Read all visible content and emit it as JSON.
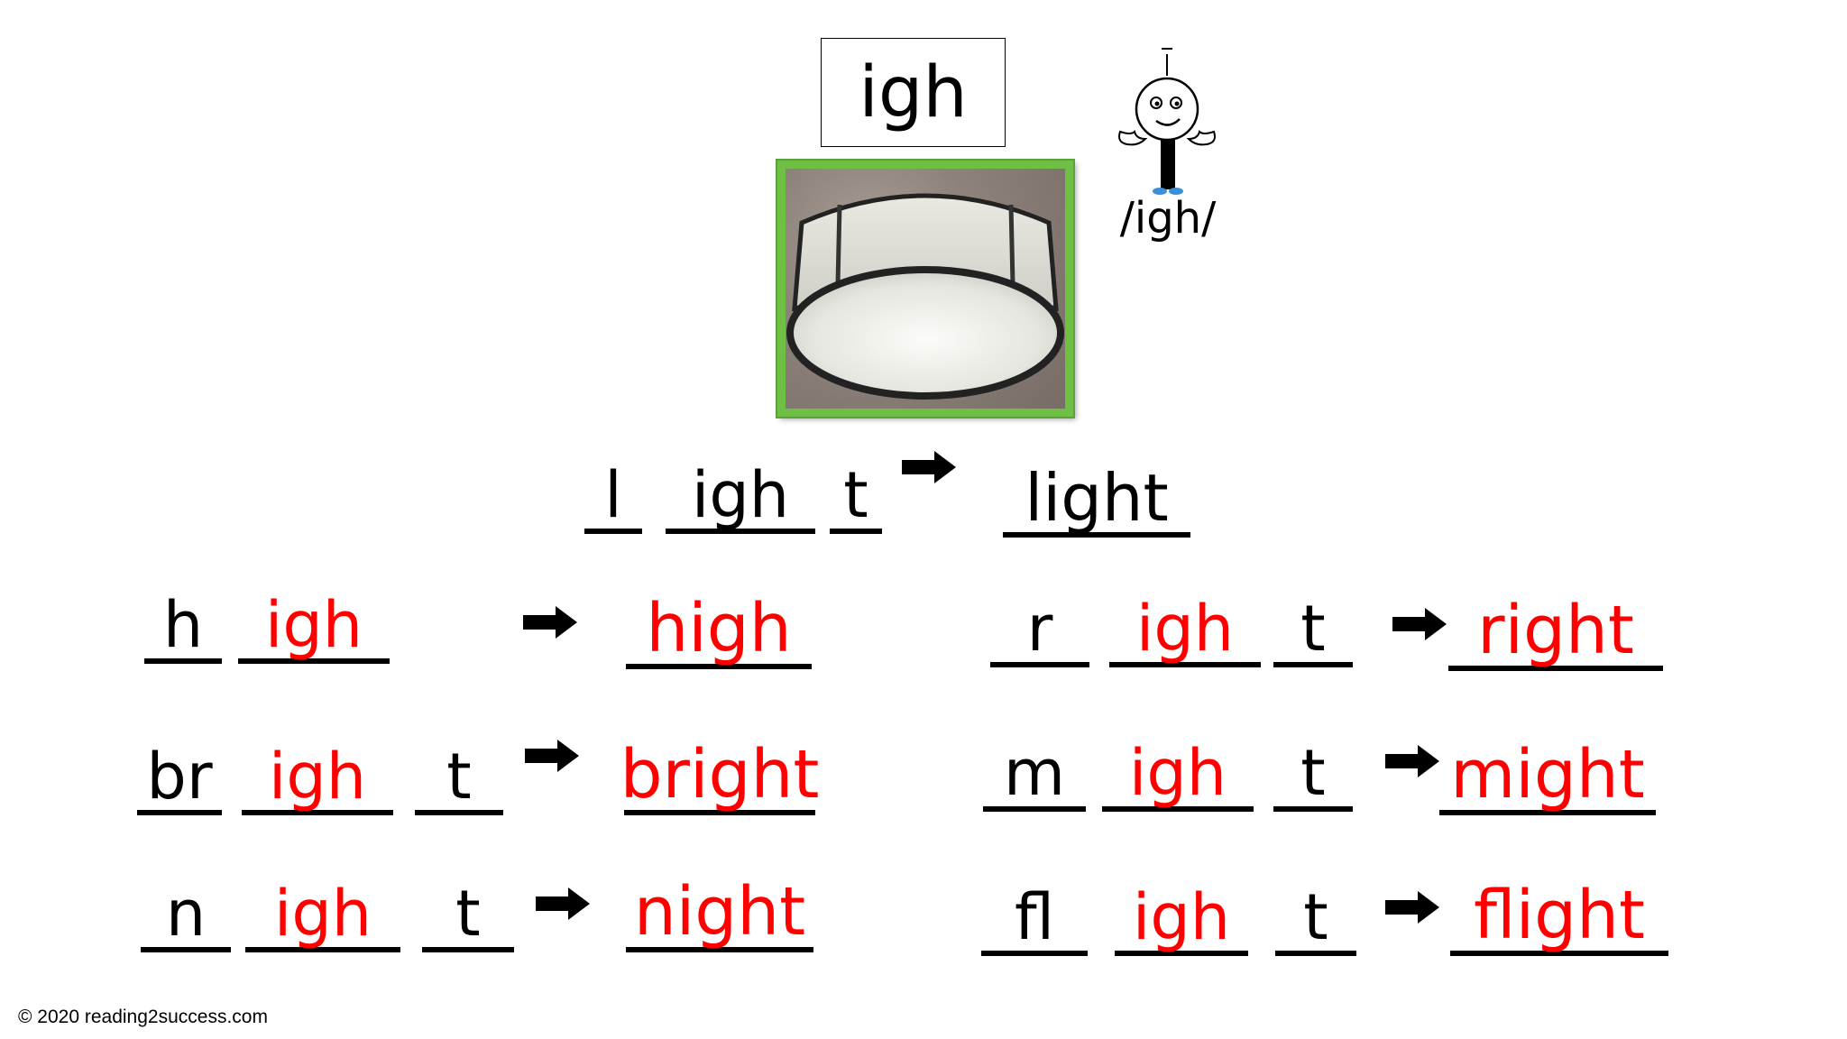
{
  "phonogram": "igh",
  "mascot": {
    "caption": "/igh/",
    "letter": "I"
  },
  "example": {
    "parts": [
      "l",
      "igh",
      "t"
    ],
    "word": "light"
  },
  "rows": [
    {
      "parts": [
        "h",
        "igh"
      ],
      "word": "high"
    },
    {
      "parts": [
        "r",
        "igh",
        "t"
      ],
      "word": "right"
    },
    {
      "parts": [
        "br",
        "igh",
        "t"
      ],
      "word": "bright"
    },
    {
      "parts": [
        "m",
        "igh",
        "t"
      ],
      "word": "might"
    },
    {
      "parts": [
        "n",
        "igh",
        "t"
      ],
      "word": "night"
    },
    {
      "parts": [
        "fl",
        "igh",
        "t"
      ],
      "word": "flight"
    }
  ],
  "footer": "© 2020 reading2success.com",
  "colors": {
    "highlight": "#ff0000",
    "frame": "#6fbf45"
  }
}
